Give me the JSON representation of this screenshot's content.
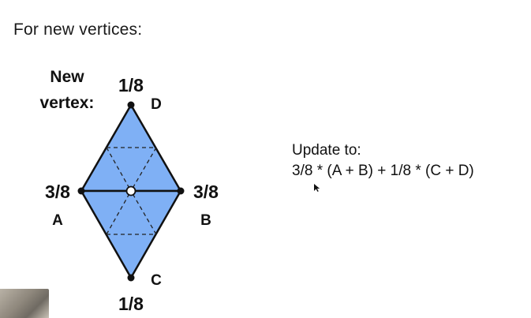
{
  "heading": "For new vertices:",
  "diagram": {
    "new_vertex_label_line1": "New",
    "new_vertex_label_line2": "vertex:",
    "vertices": {
      "A": {
        "name": "A",
        "weight": "3/8"
      },
      "B": {
        "name": "B",
        "weight": "3/8"
      },
      "C": {
        "name": "C",
        "weight": "1/8"
      },
      "D": {
        "name": "D",
        "weight": "1/8"
      }
    },
    "fill_color": "#7fb0f5",
    "edge_color": "#111111",
    "new_vertex_fill": "#ffffff"
  },
  "update": {
    "line1": "Update to:",
    "line2": "3/8 * (A + B) + 1/8 * (C + D)"
  },
  "cursor_icon": "mouse-pointer",
  "webcam": "presenter-webcam-thumbnail"
}
